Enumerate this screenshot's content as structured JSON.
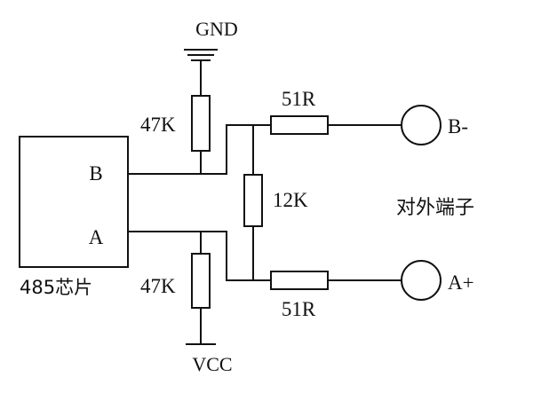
{
  "chip": {
    "label": "485芯片",
    "pin_b": "B",
    "pin_a": "A"
  },
  "power": {
    "gnd": "GND",
    "vcc": "VCC"
  },
  "resistors": {
    "pullup_top": "47K",
    "pulldown_bottom": "47K",
    "bias": "12K",
    "series_top": "51R",
    "series_bottom": "51R"
  },
  "terminals": {
    "b_minus": "B-",
    "a_plus": "A+",
    "caption": "对外端子"
  },
  "colors": {
    "line": "#111111",
    "background": "#ffffff"
  }
}
